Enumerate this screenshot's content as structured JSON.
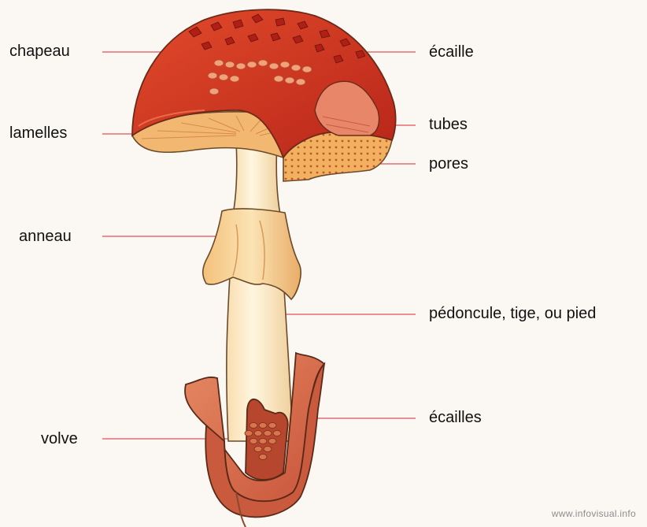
{
  "labels": {
    "chapeau": "chapeau",
    "lamelles": "lamelles",
    "anneau": "anneau",
    "volve": "volve",
    "ecaille": "écaille",
    "tubes": "tubes",
    "pores": "pores",
    "pedoncule": "pédoncule, tige, ou pied",
    "ecailles": "écailles"
  },
  "watermark": "www.infovisual.info",
  "colors": {
    "cap": "#d9381f",
    "cap_dark": "#b8261a",
    "gills": "#f2b872",
    "stem": "#fdebc4",
    "ring": "#f6cf8d",
    "volva": "#d86f4c",
    "leader": "#e0505a",
    "background": "#fbf8f3"
  }
}
